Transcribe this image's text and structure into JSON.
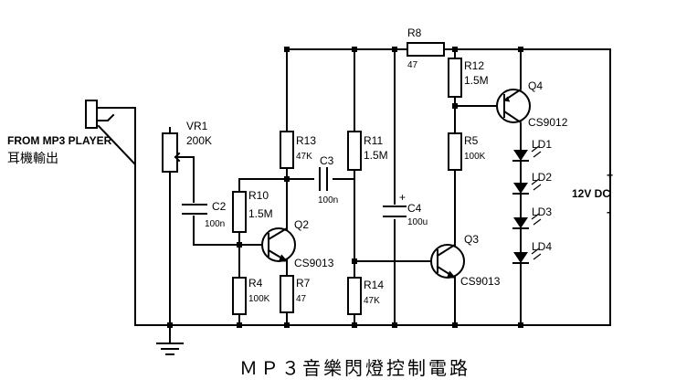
{
  "title": "ＭＰ３音樂閃燈控制電路",
  "input": {
    "label_en": "FROM MP3 PLAYER",
    "label_zh": "耳機輸出"
  },
  "power": {
    "label": "12V DC",
    "plus": "+",
    "minus": "-"
  },
  "components": {
    "VR1": {
      "name": "VR1",
      "value": "200K"
    },
    "C2": {
      "name": "C2",
      "value": "100n"
    },
    "R10": {
      "name": "R10",
      "value": "1.5M"
    },
    "R13": {
      "name": "R13",
      "value": "47K"
    },
    "C3": {
      "name": "C3",
      "value": "100n"
    },
    "R11": {
      "name": "R11",
      "value": "1.5M"
    },
    "R4": {
      "name": "R4",
      "value": "100K"
    },
    "R7": {
      "name": "R7",
      "value": "47"
    },
    "R14": {
      "name": "R14",
      "value": "47K"
    },
    "Q2": {
      "name": "Q2",
      "value": "CS9013"
    },
    "R8": {
      "name": "R8",
      "value": "47"
    },
    "C4": {
      "name": "C4",
      "value": "100u",
      "polarity": "+"
    },
    "R12": {
      "name": "R12",
      "value": "1.5M"
    },
    "R5": {
      "name": "R5",
      "value": "100K"
    },
    "Q3": {
      "name": "Q3",
      "value": "CS9013"
    },
    "Q4": {
      "name": "Q4",
      "value": "CS9012"
    },
    "LD1": {
      "name": "LD1"
    },
    "LD2": {
      "name": "LD2"
    },
    "LD3": {
      "name": "LD3"
    },
    "LD4": {
      "name": "LD4"
    }
  }
}
